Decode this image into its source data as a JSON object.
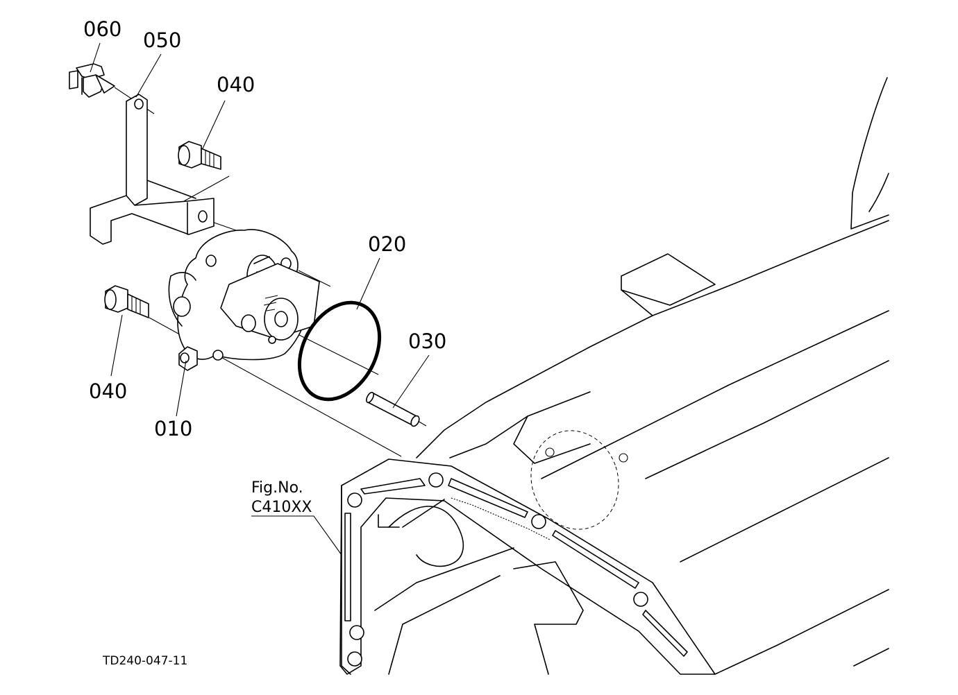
{
  "diagram": {
    "parts": [
      {
        "key": "p060",
        "number": "060"
      },
      {
        "key": "p050",
        "number": "050"
      },
      {
        "key": "p040_top",
        "number": "040"
      },
      {
        "key": "p020",
        "number": "020"
      },
      {
        "key": "p030",
        "number": "030"
      },
      {
        "key": "p040_bottom",
        "number": "040"
      },
      {
        "key": "p010",
        "number": "010"
      }
    ],
    "reference": {
      "line1": "Fig.No.",
      "line2": "C410XX"
    },
    "document_id": "TD240-047-11"
  }
}
